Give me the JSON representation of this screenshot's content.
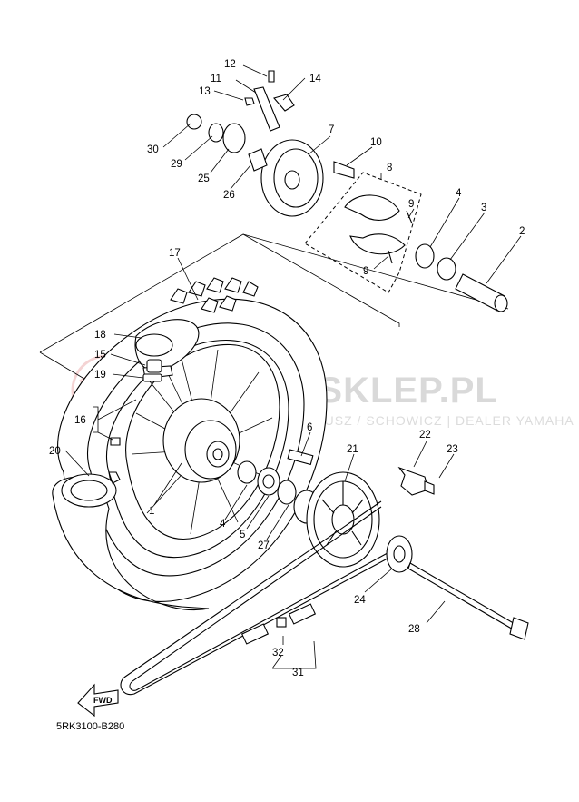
{
  "diagram_code": "5RK3100-B280",
  "watermark": {
    "text": "YAMA-SKLEP.PL",
    "subtext": "SZEWCZYK MARIUSZ / SCHOWICZ | DEALER YAMAHA",
    "logo_color": "#e8a0a0"
  },
  "fwd_label": "FWD",
  "callouts": [
    "1",
    "2",
    "3",
    "4",
    "4",
    "5",
    "6",
    "7",
    "8",
    "9",
    "9",
    "10",
    "11",
    "12",
    "13",
    "14",
    "15",
    "16",
    "17",
    "18",
    "19",
    "20",
    "21",
    "22",
    "23",
    "24",
    "25",
    "26",
    "27",
    "28",
    "29",
    "30",
    "31",
    "32"
  ],
  "labels": {
    "l1": "1",
    "l2": "2",
    "l3": "3",
    "l4a": "4",
    "l4b": "4",
    "l5": "5",
    "l6": "6",
    "l7": "7",
    "l8": "8",
    "l9a": "9",
    "l9b": "9",
    "l10": "10",
    "l11": "11",
    "l12": "12",
    "l13": "13",
    "l14": "14",
    "l15": "15",
    "l16": "16",
    "l17": "17",
    "l18": "18",
    "l19": "19",
    "l20": "20",
    "l21": "21",
    "l22": "22",
    "l23": "23",
    "l24": "24",
    "l25": "25",
    "l26": "26",
    "l27": "27",
    "l28": "28",
    "l29": "29",
    "l30": "30",
    "l31": "31",
    "l32": "32"
  }
}
